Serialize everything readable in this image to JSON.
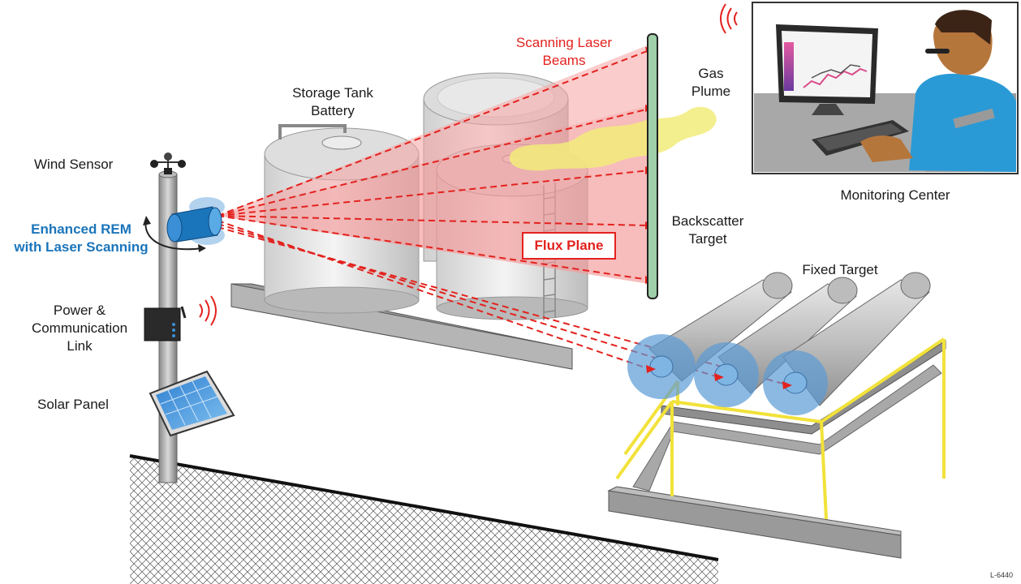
{
  "labels": {
    "wind_sensor": "Wind Sensor",
    "rem_line1": "Enhanced REM",
    "rem_line2": "with Laser Scanning",
    "power_line1": "Power &",
    "power_line2": "Communication",
    "power_line3": "Link",
    "solar_panel": "Solar Panel",
    "storage_line1": "Storage Tank",
    "storage_line2": "Battery",
    "scanning_line1": "Scanning Laser",
    "scanning_line2": "Beams",
    "gas_line1": "Gas",
    "gas_line2": "Plume",
    "backscatter_line1": "Backscatter",
    "backscatter_line2": "Target",
    "flux_plane": "Flux Plane",
    "monitoring_center": "Monitoring Center",
    "fixed_target": "Fixed Target",
    "figure_code": "L-6440"
  },
  "colors": {
    "laser_red": "#e3221e",
    "rem_blue": "#1b75bb",
    "plume_yellow": "#f2ec7a",
    "railing_yellow": "#f2e23a",
    "target_green": "#9fcfa8",
    "tank_gray": "#d8d8d8"
  },
  "icons": {
    "wind_sensor": "anemometer-icon",
    "rem": "laser-scanner-icon",
    "power": "comm-box-icon",
    "solar": "solar-panel-icon",
    "operator": "operator-icon"
  }
}
